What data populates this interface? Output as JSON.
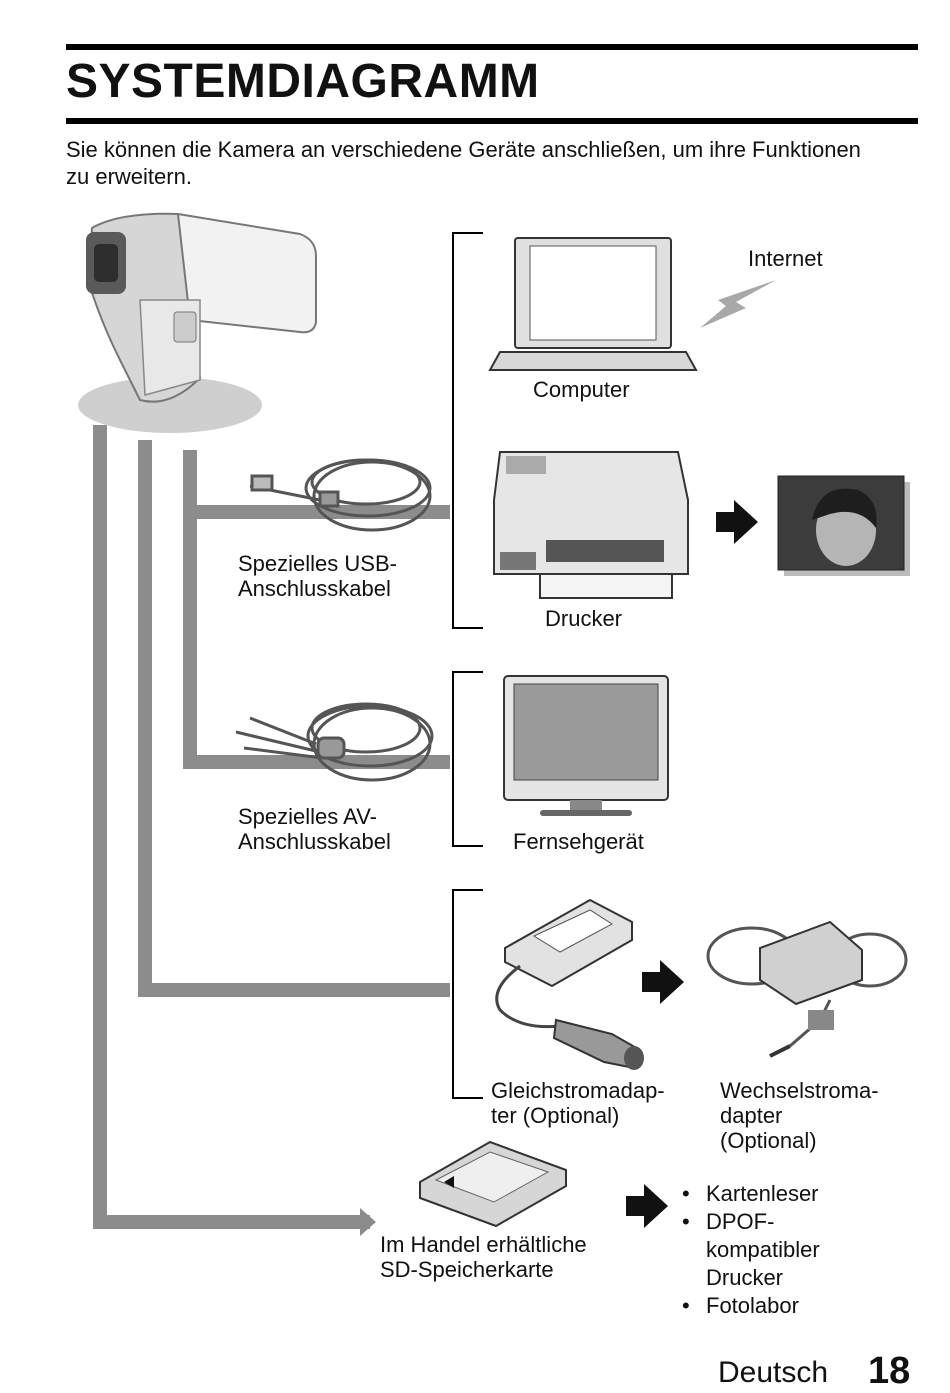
{
  "title": "SYSTEMDIAGRAMM",
  "intro": "Sie können die Kamera an verschiedene Geräte anschließen, um ihre Funktionen zu erweitern.",
  "labels": {
    "internet": "Internet",
    "computer": "Computer",
    "printer": "Drucker",
    "usb_cable": "Spezielles USB-\nAnschlusskabel",
    "av_cable": "Spezielles AV-\nAnschlusskabel",
    "tv": "Fernsehgerät",
    "dc_adapter": "Gleichstromadap-\nter (Optional)",
    "ac_adapter": "Wechselstroma-\ndapter\n(Optional)",
    "sd_card": "Im Handel erhältliche\nSD-Speicherkarte"
  },
  "sd_uses": [
    "Kartenleser",
    "DPOF-\nkompatibler\nDrucker",
    "Fotolabor"
  ],
  "footer": {
    "language": "Deutsch",
    "page_number": "18"
  }
}
